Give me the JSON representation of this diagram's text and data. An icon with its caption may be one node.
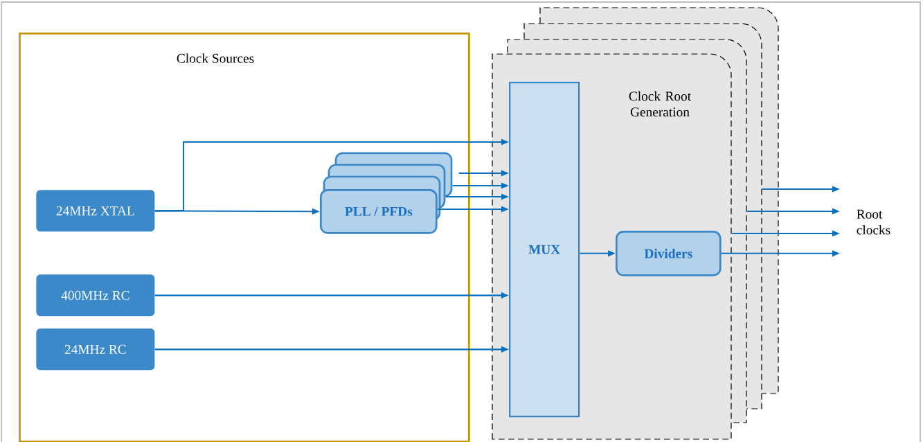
{
  "diagram": {
    "nodes": [
      {
        "text": [
          "Clock Sources"
        ]
      },
      {
        "text": [
          "24MHz XTAL"
        ],
        "in": 0
      },
      {
        "text": [
          "400MHz RC"
        ],
        "in": 0
      },
      {
        "text": [
          "24MHz RC"
        ],
        "in": 0
      },
      {
        "text": [
          "PLL / PFDs"
        ],
        "in": 0
      },
      {
        "text": [
          "Clock Root Generation"
        ]
      },
      {
        "text": [
          "MUX"
        ],
        "in": 5
      },
      {
        "text": [
          "Dividers"
        ],
        "in": 5
      }
    ],
    "edges": [
      {
        "from": 1,
        "to": 6,
        "arrow": "to"
      },
      {
        "from": 1,
        "to": 4,
        "arrow": "to"
      },
      {
        "from": 4,
        "to": 6,
        "arrow": "to"
      },
      {
        "from": 4,
        "to": 6,
        "arrow": "to"
      },
      {
        "from": 4,
        "to": 6,
        "arrow": "to"
      },
      {
        "from": 4,
        "to": 6,
        "arrow": "to"
      },
      {
        "from": 2,
        "to": 6,
        "arrow": "to"
      },
      {
        "from": 3,
        "to": 6,
        "arrow": "to"
      },
      {
        "from": 6,
        "to": 7,
        "arrow": "to"
      },
      {
        "from": 5,
        "to": null,
        "arrow": "to"
      },
      {
        "from": 5,
        "to": null,
        "arrow": "to"
      },
      {
        "from": 5,
        "to": null,
        "arrow": "to"
      },
      {
        "from": 7,
        "to": null,
        "arrow": "to"
      }
    ],
    "labels": [
      "Root clocks"
    ]
  }
}
